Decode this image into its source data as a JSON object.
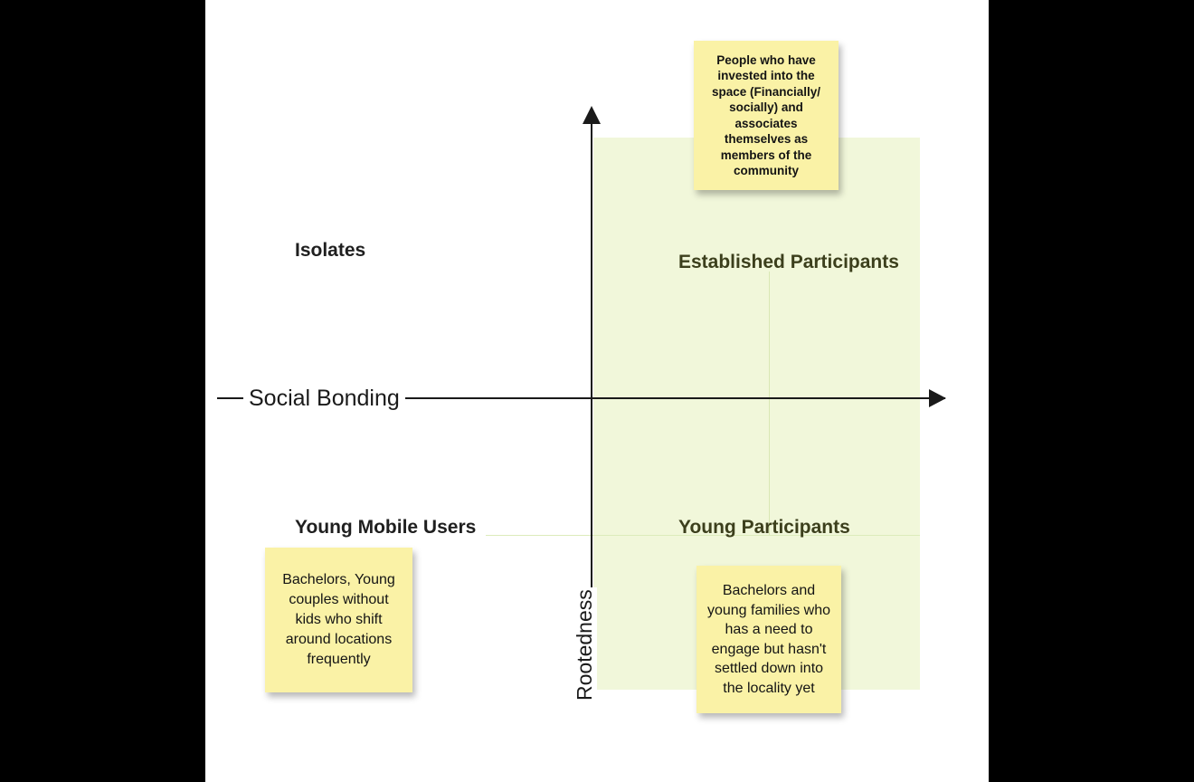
{
  "diagram": {
    "title": "Rootedness vs Social Bonding user segmentation matrix",
    "axes": {
      "horizontal_label": "Social Bonding",
      "vertical_label": "Rootedness"
    },
    "colors": {
      "canvas": "#ffffff",
      "letterbox": "#000000",
      "highlight_region": "#f1f7da",
      "sticky_note": "#faf2a6",
      "axis": "#1a1a1a",
      "label_dark": "#1f1f1f",
      "label_olive": "#3c3f1c",
      "guide_line": "#d9e8b4"
    },
    "quadrants": [
      {
        "key": "isolates",
        "label": "Isolates",
        "position": "top-left"
      },
      {
        "key": "established_participants",
        "label": "Established Participants",
        "position": "top-right"
      },
      {
        "key": "young_mobile_users",
        "label": "Young Mobile Users",
        "position": "bottom-left"
      },
      {
        "key": "young_participants",
        "label": "Young Participants",
        "position": "bottom-right"
      }
    ],
    "sticky_notes": [
      {
        "key": "established_participants_note",
        "attached_to": "Established Participants",
        "text": "People who have invested into the space (Financially/ socially) and associates themselves as members of the community"
      },
      {
        "key": "young_mobile_users_note",
        "attached_to": "Young Mobile Users",
        "text": "Bachelors, Young couples without kids who shift around locations frequently"
      },
      {
        "key": "young_participants_note",
        "attached_to": "Young Participants",
        "text": "Bachelors and young families who has a need to engage but hasn't settled down into the locality yet"
      }
    ]
  }
}
